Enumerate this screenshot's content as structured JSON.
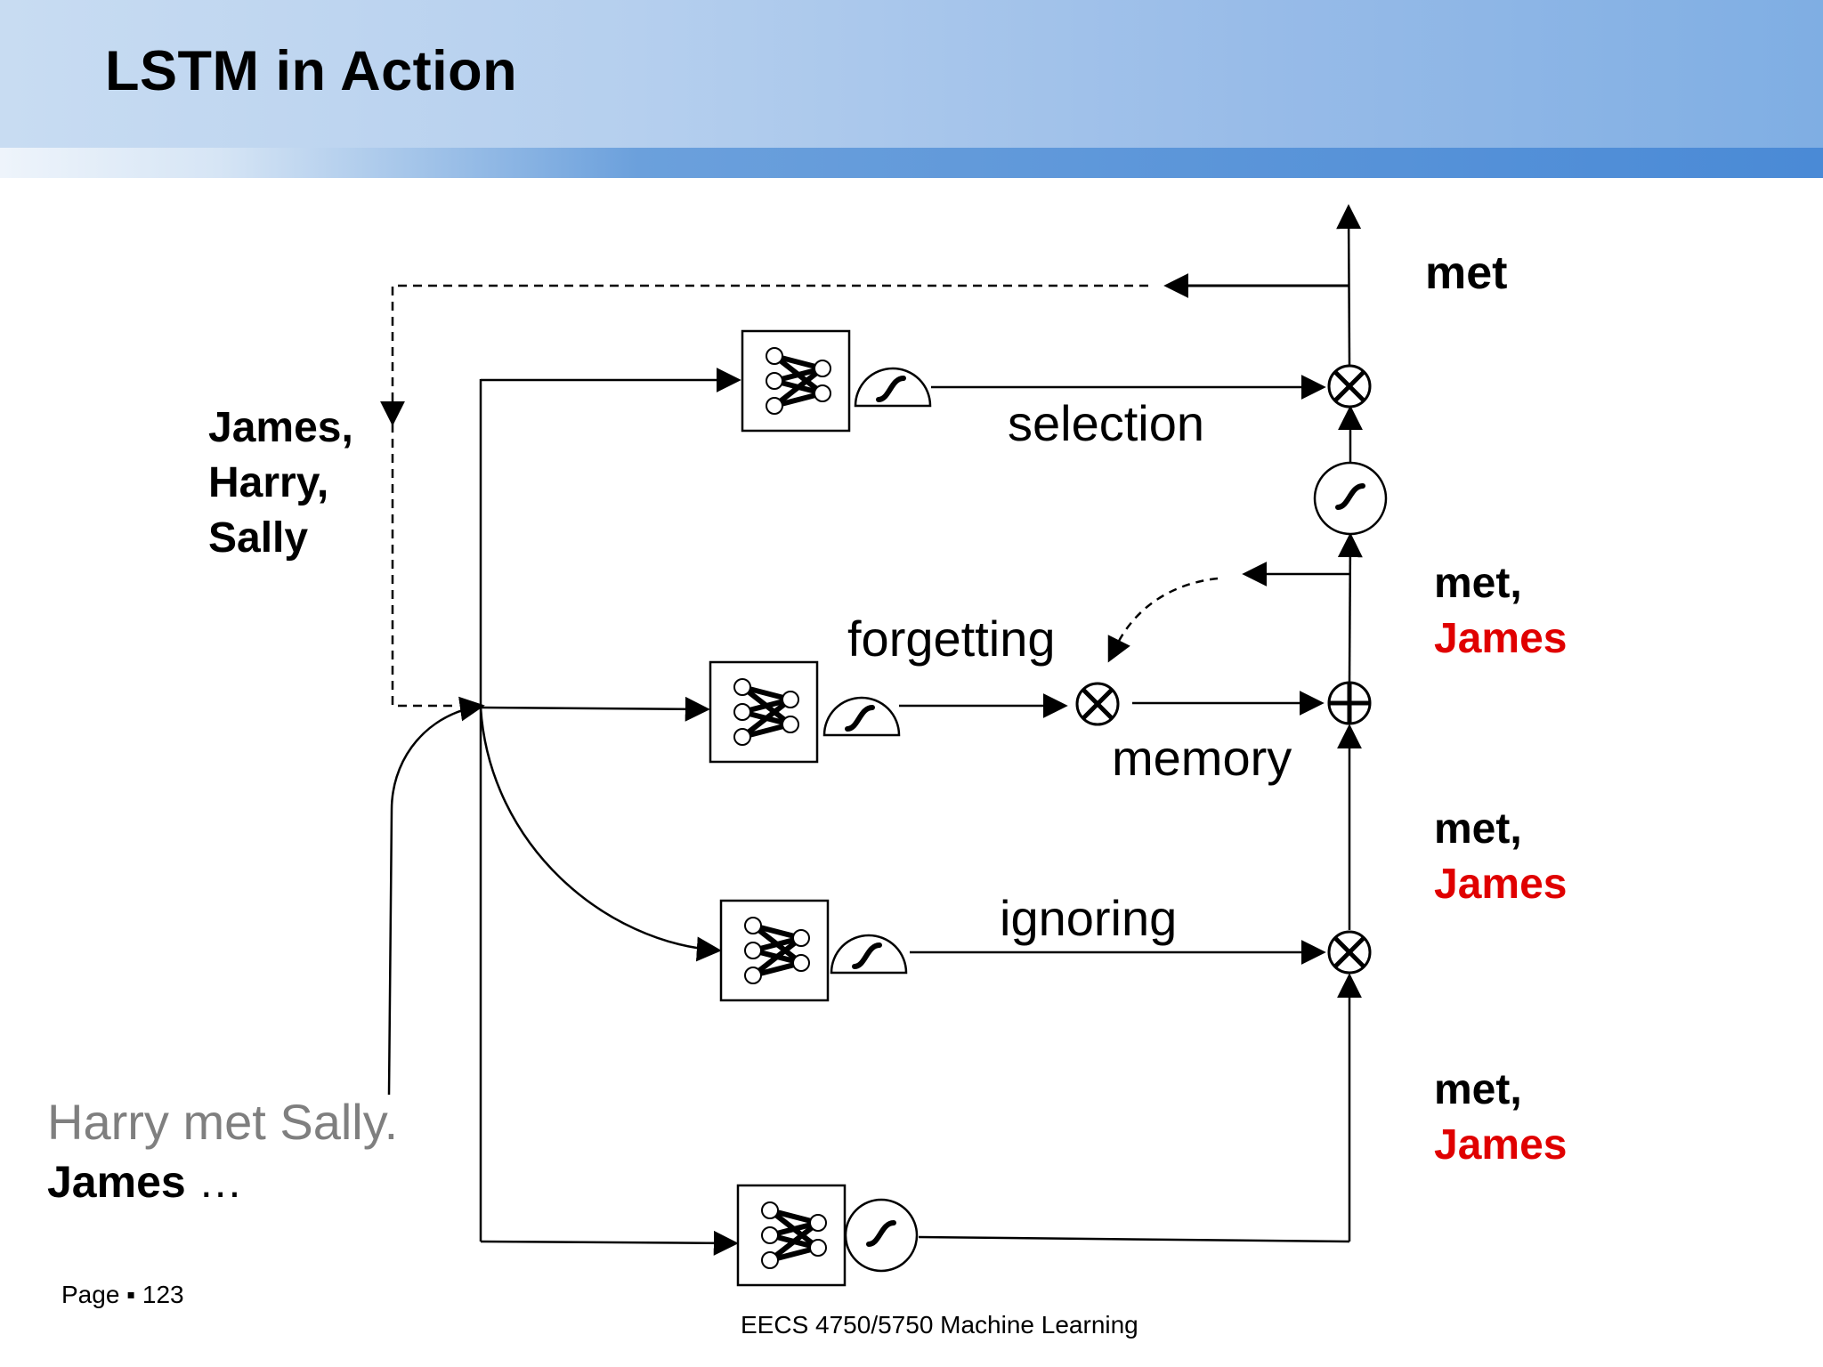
{
  "slide": {
    "title": "LSTM in Action"
  },
  "diagram": {
    "output_word": "met",
    "recall_list": [
      "James,",
      "Harry,",
      "Sally"
    ],
    "input_sentence": {
      "line1": "Harry met Sally.",
      "line2_word": "James",
      "line2_ellipsis": " …"
    },
    "gate_labels": {
      "selection": "selection",
      "forgetting": "forgetting",
      "memory": "memory",
      "ignoring": "ignoring"
    },
    "state_labels": [
      {
        "word": "met,",
        "name": "James"
      },
      {
        "word": "met,",
        "name": "James"
      },
      {
        "word": "met,",
        "name": "James"
      }
    ],
    "highlight_color": "#e00000"
  },
  "footer": {
    "page": "Page ▪ 123",
    "course": "EECS 4750/5750 Machine Learning"
  }
}
